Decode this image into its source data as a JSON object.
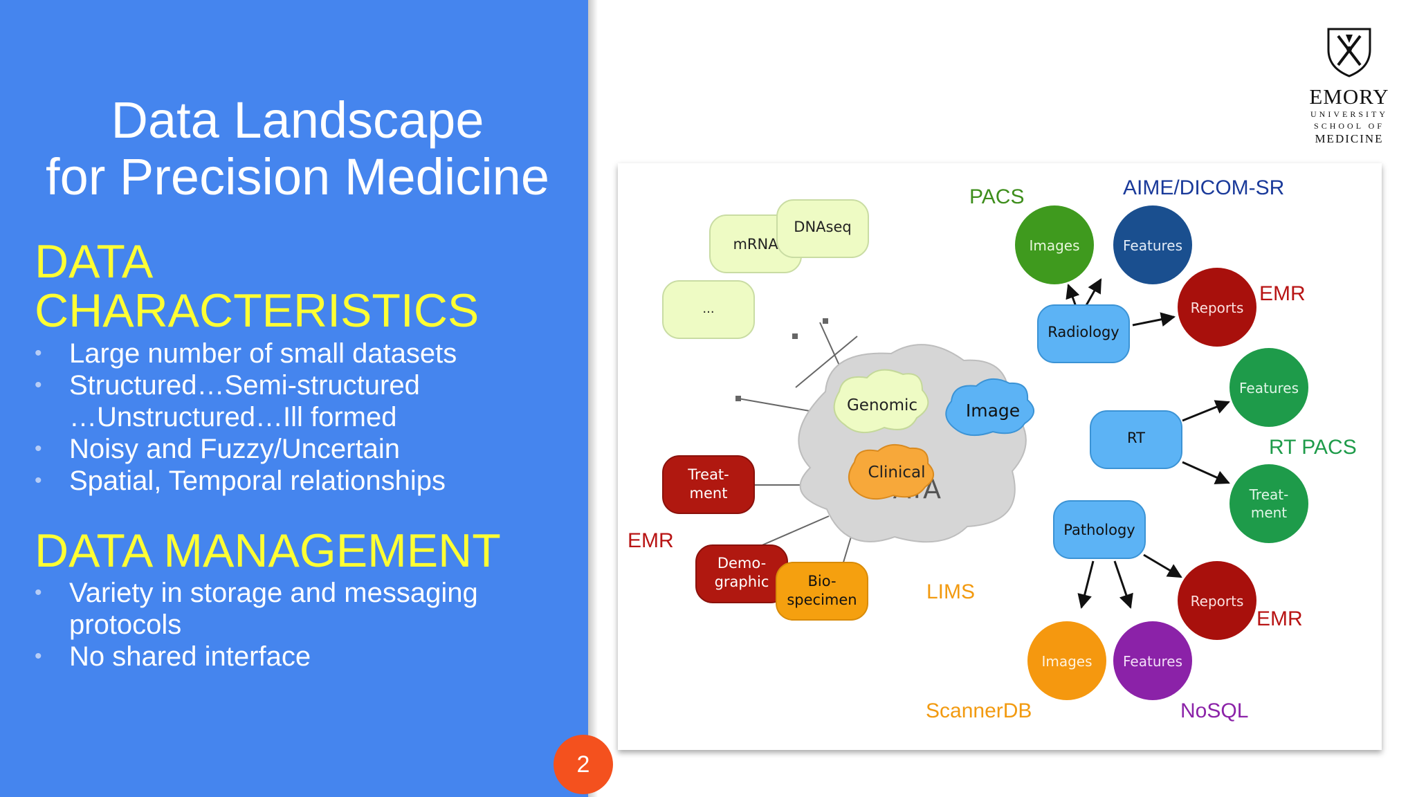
{
  "slide": {
    "title_line1": "Data Landscape",
    "title_line2": "for Precision Medicine",
    "section1_heading_line1": "DATA",
    "section1_heading_line2": "CHARACTERISTICS",
    "section1_bullets": [
      "Large number of small datasets",
      "Structured…Semi-structured",
      "…Unstructured…Ill formed",
      "Noisy and Fuzzy/Uncertain",
      "Spatial, Temporal relationships"
    ],
    "section2_heading": "DATA MANAGEMENT",
    "section2_bullets": [
      "Variety in storage and messaging",
      "protocols",
      "No shared interface"
    ],
    "bullet_glyph": "•",
    "page_number": "2"
  },
  "logo": {
    "name": "EMORY",
    "line2": "UNIVERSITY",
    "line3": "SCHOOL OF",
    "line4": "MEDICINE",
    "icon": "shield-torch-icon"
  },
  "diagram": {
    "center_cloud": {
      "label": "DATA"
    },
    "inner_clouds": {
      "genomic": "Genomic",
      "image": "Image",
      "clinical": "Clinical"
    },
    "nodes": {
      "mrna": "mRNA",
      "dnaseq": "DNAseq",
      "ellipsis": "...",
      "treatment_line1": "Treat-",
      "treatment_line2": "ment",
      "demographic_line1": "Demo-",
      "demographic_line2": "graphic",
      "biospecimen_line1": "Bio-",
      "biospecimen_line2": "specimen",
      "radiology": "Radiology",
      "rt": "RT",
      "pathology": "Pathology",
      "rad_images": "Images",
      "rad_features": "Features",
      "rad_reports": "Reports",
      "rt_features": "Features",
      "rt_treatment_line1": "Treat-",
      "rt_treatment_line2": "ment",
      "path_reports": "Reports",
      "path_images": "Images",
      "path_features": "Features"
    },
    "source_labels": {
      "pacs": "PACS",
      "aime": "AIME/DICOM-SR",
      "emr_radiology": "EMR",
      "rt_pacs": "RT PACS",
      "emr_clinical": "EMR",
      "lims": "LIMS",
      "emr_pathology": "EMR",
      "scannerdb": "ScannerDB",
      "nosql": "NoSQL"
    },
    "colors": {
      "genomic_fill": "#eefbc4",
      "image_fill": "#5cb3f5",
      "clinical_red": "#b01810",
      "clinical_orange": "#f5a00f",
      "green_circle": "#1e9b4a",
      "navy_circle": "#1a4f8f",
      "dark_red_circle": "#a8100c",
      "purple_circle": "#8b22a8",
      "pacs_label": "#3e8e1c",
      "aime_label": "#1a3a9a",
      "emr_label": "#b81414",
      "lims_label": "#f29a10",
      "nosql_label": "#8b22a8"
    }
  }
}
